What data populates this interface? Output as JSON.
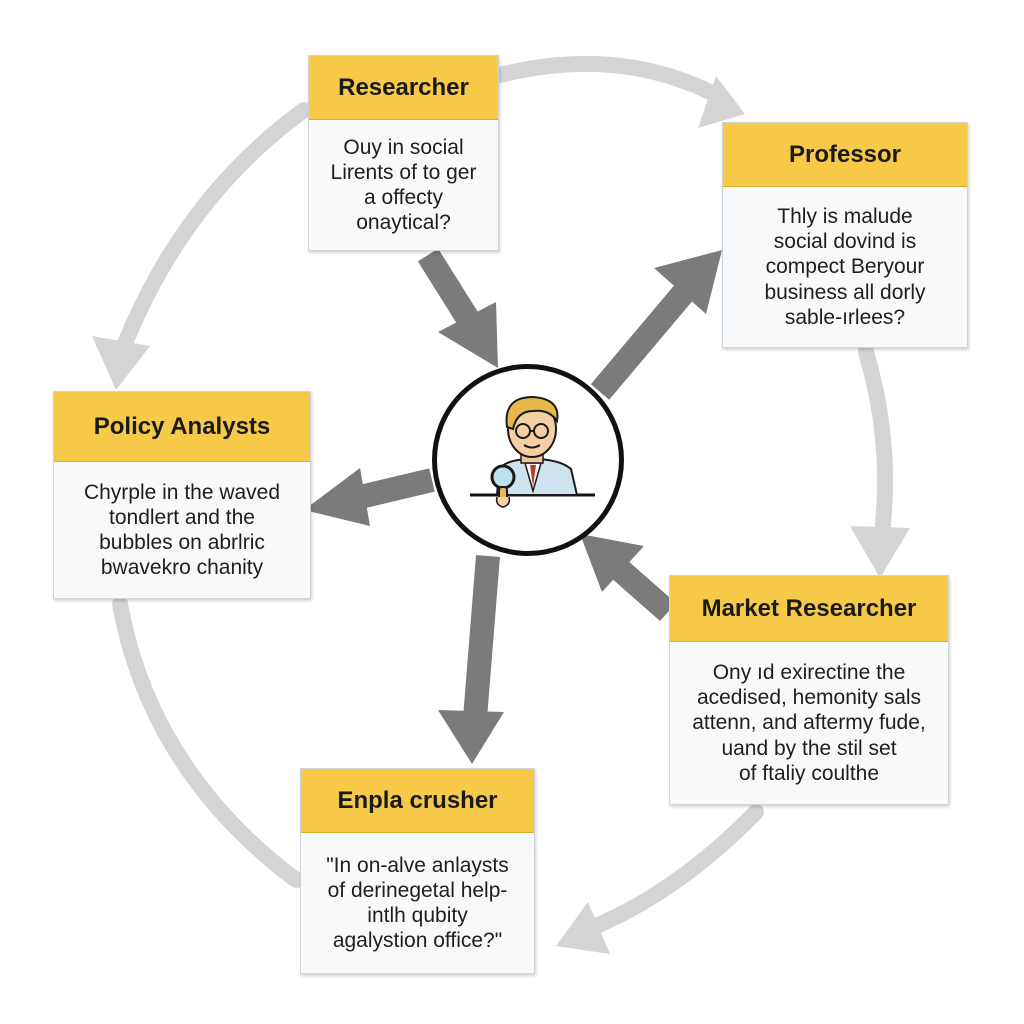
{
  "colors": {
    "header_fill": "#f7c948",
    "card_fill": "#f7f9fb",
    "arrow_dark": "#7b7b7b",
    "arrow_light": "#d4d4d4",
    "center_border": "#111111"
  },
  "center": {
    "icon": "person-with-magnifier-icon"
  },
  "nodes": [
    {
      "id": "researcher",
      "title": "Researcher",
      "lines": [
        "Ouy in social",
        "Lirents of to ger",
        "a offecty",
        "onaytical?"
      ]
    },
    {
      "id": "professor",
      "title": "Professor",
      "lines": [
        "Thly is malude",
        "social dovind is",
        "compect Beryour",
        "business all dorly",
        "sable-ırlees?"
      ]
    },
    {
      "id": "policy",
      "title": "Policy Analysts",
      "lines": [
        "Chyrple in the waved",
        "tondlert and the",
        "bubbles on abrlric",
        "bwavekro chanity"
      ]
    },
    {
      "id": "market",
      "title": "Market Researcher",
      "lines": [
        "Ony ıd exirectine the",
        "acedised, hemonity sals",
        "attenn, and aftermy fude,",
        "uand by the stil set",
        "of ftaliy coulthe"
      ]
    },
    {
      "id": "enpla",
      "title": "Enpla crusher",
      "lines": [
        "\"In on-alve anlaysts",
        "of derinegetal help-",
        "intlh qubity",
        "agalystion office?\""
      ]
    }
  ]
}
